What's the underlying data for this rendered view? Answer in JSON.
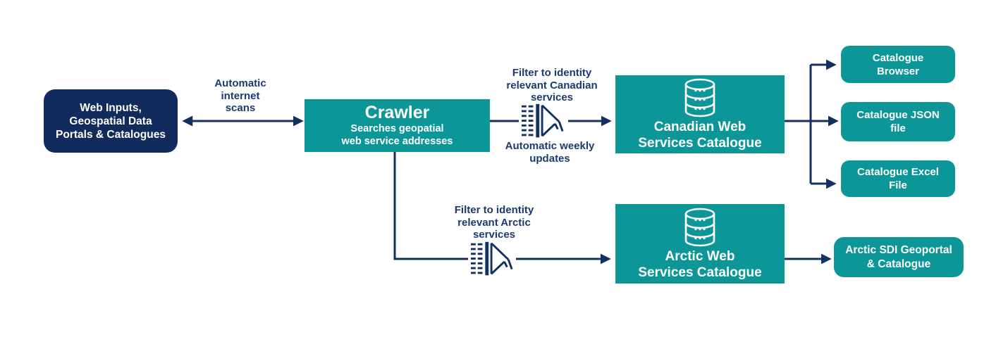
{
  "diagram": {
    "title_hint": "Geospatial web services crawler flow diagram",
    "colors": {
      "teal": "#0D9698",
      "navy": "#112B5C",
      "arrow": "#13305F",
      "label": "#1D3A70",
      "text_on_box": "#FFFFFF",
      "background": "#FFFFFF"
    },
    "nodes": {
      "web_inputs": {
        "text": "Web Inputs,\nGeospatial Data\nPortals & Catalogues"
      },
      "crawler": {
        "title": "Crawler",
        "subtitle": "Searches geopatial\nweb service addresses"
      },
      "canadian_catalogue": {
        "text": "Canadian Web\nServices Catalogue",
        "icon": "database-icon"
      },
      "arctic_catalogue": {
        "text": "Arctic Web\nServices Catalogue",
        "icon": "database-icon"
      },
      "catalogue_browser": {
        "text": "Catalogue\nBrowser"
      },
      "catalogue_json": {
        "text": "Catalogue JSON\nfile"
      },
      "catalogue_excel": {
        "text": "Catalogue Excel\nFile"
      },
      "arctic_sdi": {
        "text": "Arctic SDI Geoportal\n& Catalogue"
      }
    },
    "edge_labels": {
      "automatic_internet_scans": {
        "text": "Automatic\ninternet\nscans"
      },
      "filter_canadian": {
        "text": "Filter to identity\nrelevant Canadian\nservices"
      },
      "automatic_weekly": {
        "text": "Automatic weekly\nupdates"
      },
      "filter_arctic": {
        "text": "Filter to identity\nrelevant Arctic\nservices"
      }
    },
    "icons": {
      "funnel": "funnel-icon",
      "database": "database-icon"
    }
  }
}
